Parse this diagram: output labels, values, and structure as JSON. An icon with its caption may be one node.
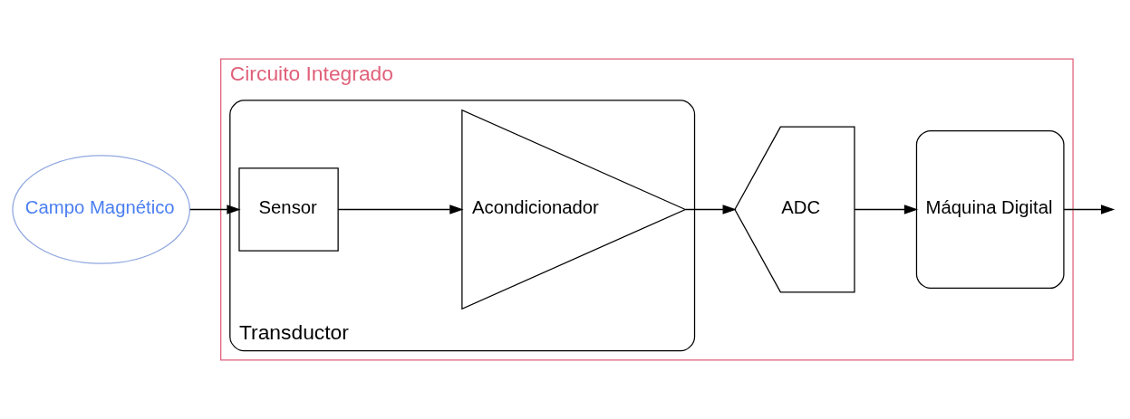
{
  "diagram": {
    "nodes": [
      {
        "text": [
          "Circuito Integrado"
        ]
      },
      {
        "text": [
          "Campo Magnético"
        ]
      },
      {
        "text": [
          "Transductor"
        ],
        "in": 0
      },
      {
        "text": [
          "Sensor"
        ],
        "in": 2
      },
      {
        "text": [
          "Acondicionador"
        ],
        "in": 2
      },
      {
        "text": [
          "ADC"
        ],
        "in": 0
      },
      {
        "text": [
          "Máquina Digital"
        ],
        "in": 0
      }
    ],
    "edges": [
      {
        "from": 1,
        "to": 3,
        "arrow": "to"
      },
      {
        "from": 3,
        "to": 4,
        "arrow": "to"
      },
      {
        "from": 4,
        "to": 5,
        "arrow": "to"
      },
      {
        "from": 5,
        "to": 6,
        "arrow": "to"
      },
      {
        "from": 6,
        "to": null,
        "arrow": "to"
      }
    ]
  }
}
